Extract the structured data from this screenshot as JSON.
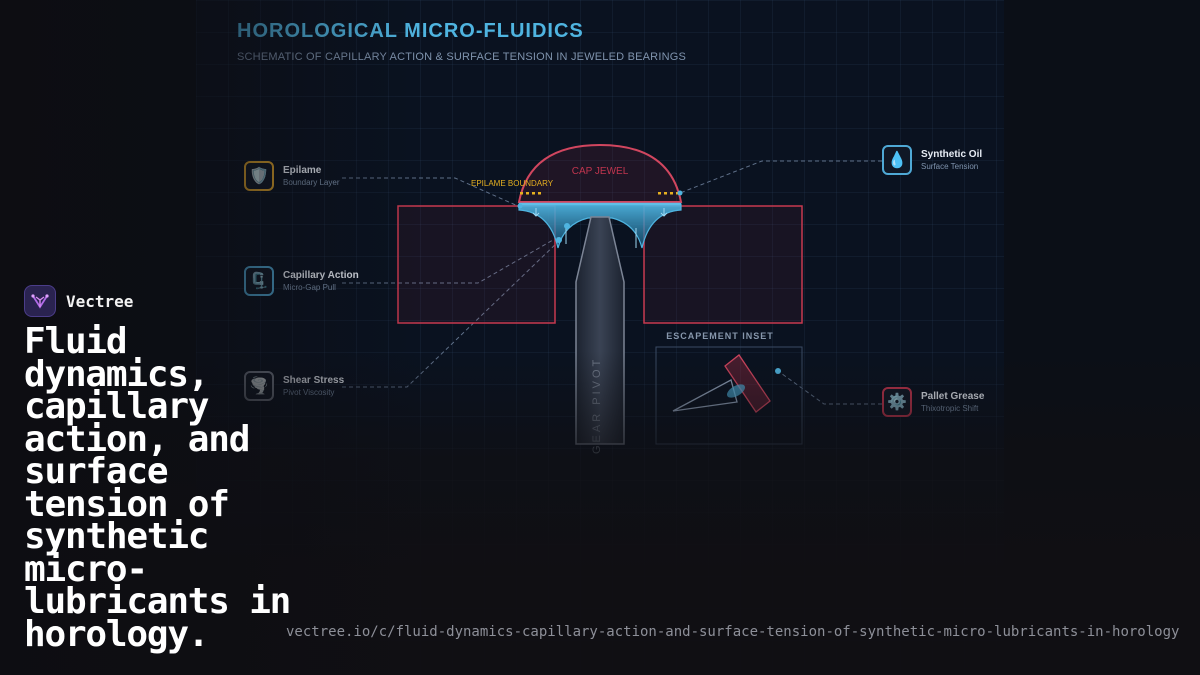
{
  "header": {
    "title": "HOROLOGICAL MICRO-FLUIDICS",
    "subtitle": "SCHEMATIC OF CAPILLARY ACTION & SURFACE TENSION IN JEWELED BEARINGS"
  },
  "diagram": {
    "cap_jewel_label": "CAP JEWEL",
    "epilame_boundary_label": "EPILAME BOUNDARY",
    "gear_pivot_label": "GEAR PIVOT",
    "escapement_inset_label": "ESCAPEMENT INSET"
  },
  "callouts": [
    {
      "label": "Epilame",
      "sub": "Boundary Layer",
      "icon": "shield-icon",
      "glyph": "🛡️",
      "color": "#e0a52a"
    },
    {
      "label": "Capillary Action",
      "sub": "Micro-Gap Pull",
      "icon": "clamp-icon",
      "glyph": "🗜️",
      "color": "#4fa9d6"
    },
    {
      "label": "Shear Stress",
      "sub": "Pivot Viscosity",
      "icon": "tornado-icon",
      "glyph": "🌪️",
      "color": "#7d8593"
    },
    {
      "label": "Synthetic Oil",
      "sub": "Surface Tension",
      "icon": "droplet-icon",
      "glyph": "💧",
      "color": "#4fa9d6"
    },
    {
      "label": "Pallet Grease",
      "sub": "Thixotropic Shift",
      "icon": "gear-icon",
      "glyph": "⚙️",
      "color": "#c0354e"
    }
  ],
  "colors": {
    "accent": "#4fb4e0",
    "jewel": "#d1465f",
    "oil": "#3fa5d3",
    "epilame": "#e6b020"
  },
  "brand": {
    "name": "Vectree",
    "headline": "Fluid dynamics, capillary action, and surface tension of synthetic micro-lubricants in horology.",
    "url": "vectree.io/c/fluid-dynamics-capillary-action-and-surface-tension-of-synthetic-micro-lubricants-in-horology"
  }
}
